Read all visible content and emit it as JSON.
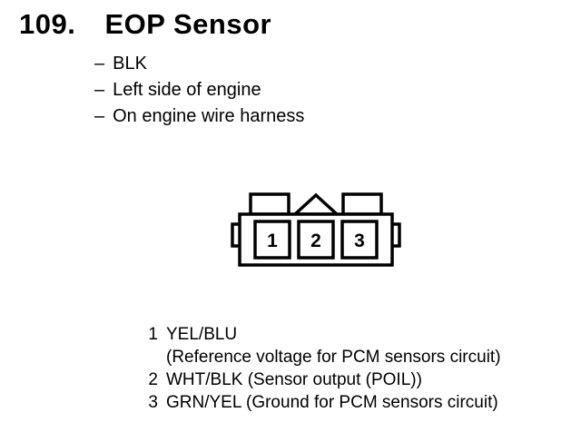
{
  "page": {
    "item_number": "109.",
    "title": "EOP Sensor",
    "bullet": "–",
    "details": [
      "BLK",
      "Left side of engine",
      "On engine wire harness"
    ],
    "connector": {
      "pins": [
        "1",
        "2",
        "3"
      ]
    },
    "pinout": [
      {
        "pin": "1",
        "wire": "YEL/BLU",
        "description": "(Reference voltage for PCM sensors circuit)"
      },
      {
        "pin": "2",
        "wire": "WHT/BLK",
        "description": "(Sensor output (POIL))"
      },
      {
        "pin": "3",
        "wire": "GRN/YEL",
        "description": "(Ground for PCM sensors circuit)"
      }
    ]
  }
}
